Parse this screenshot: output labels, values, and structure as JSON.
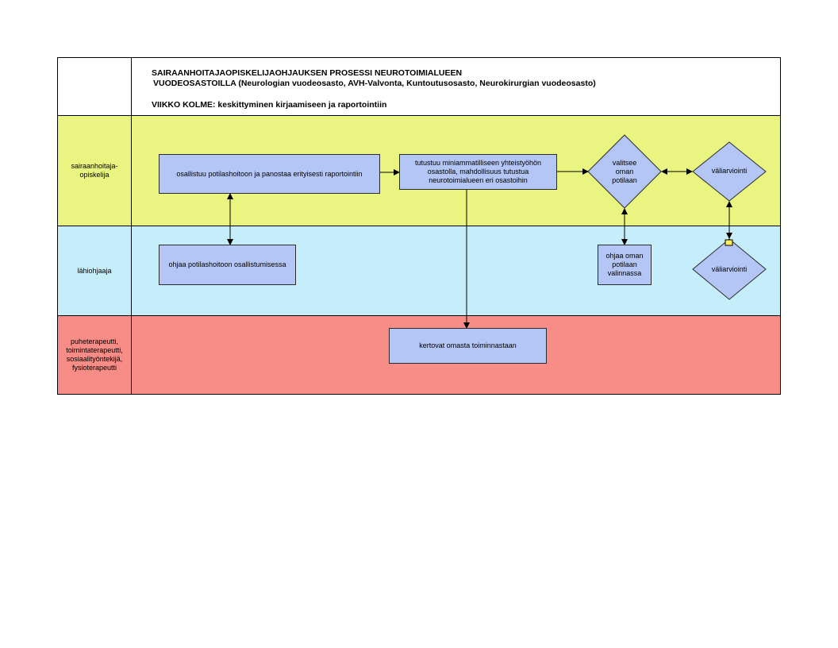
{
  "header": {
    "title_line1": "SAIRAANHOITAJAOPISKELIJAOHJAUKSEN PROSESSI NEUROTOIMIALUEEN",
    "title_line2": "VUODEOSASTOILLA (Neurologian vuodeosasto, AVH-Valvonta, Kuntoutusosasto, Neurokirurgian vuodeosasto)",
    "week_line": "VIIKKO KOLME: keskittyminen kirjaamiseen ja raportointiin"
  },
  "lanes": [
    {
      "label": "sairaanhoitaja-\nopiskelija",
      "color": "#eaf481"
    },
    {
      "label": "lähiohjaaja",
      "color": "#c6eefa"
    },
    {
      "label": "puheterapeutti,\ntoimintaterapeutti,\nsosiaalityöntekijä,\nfysioterapeutti",
      "color": "#f88c86"
    }
  ],
  "nodes": {
    "student_box1": "osallistuu potilashoitoon ja panostaa erityisesti raportointiin",
    "student_box2": "tutustuu miniammatilliseen yhteistyöhön\nosastolla, mahdollisuus tutustua\nneurotoimialueen eri osastoihin",
    "student_diamond_choose": "valitsee\noman\npotilaan",
    "student_diamond_eval": "väliarviointi",
    "mentor_box1": "ohjaa potilashoitoon osallistumisessa",
    "mentor_box2": "ohjaa oman\npotilaan\nvalinnassa",
    "mentor_diamond_eval": "väliarviointi",
    "therapist_box": "kertovat omasta toiminnastaan"
  },
  "colors": {
    "shape_fill": "#b4c6f5",
    "stroke": "#000000",
    "marker_fill": "#ffef5a"
  }
}
